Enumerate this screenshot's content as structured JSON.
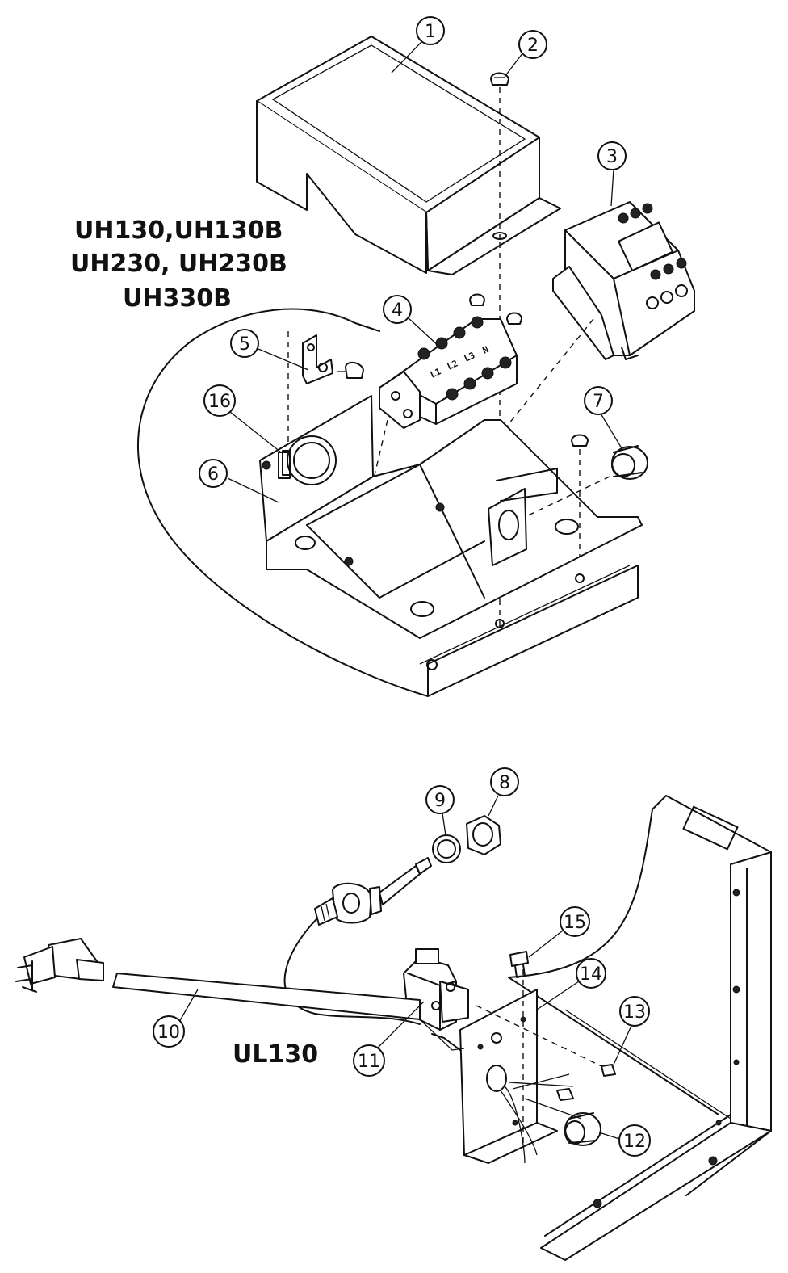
{
  "model_groups": [
    {
      "lines": [
        "UH130,UH130B",
        "UH230, UH230B",
        "UH330B"
      ]
    },
    {
      "lines": [
        "UL130"
      ]
    }
  ],
  "callouts": [
    "1",
    "2",
    "3",
    "4",
    "5",
    "6",
    "7",
    "8",
    "9",
    "10",
    "11",
    "12",
    "13",
    "14",
    "15",
    "16"
  ],
  "terminal_block_markings": [
    "L1",
    "L2",
    "L3",
    "N"
  ]
}
